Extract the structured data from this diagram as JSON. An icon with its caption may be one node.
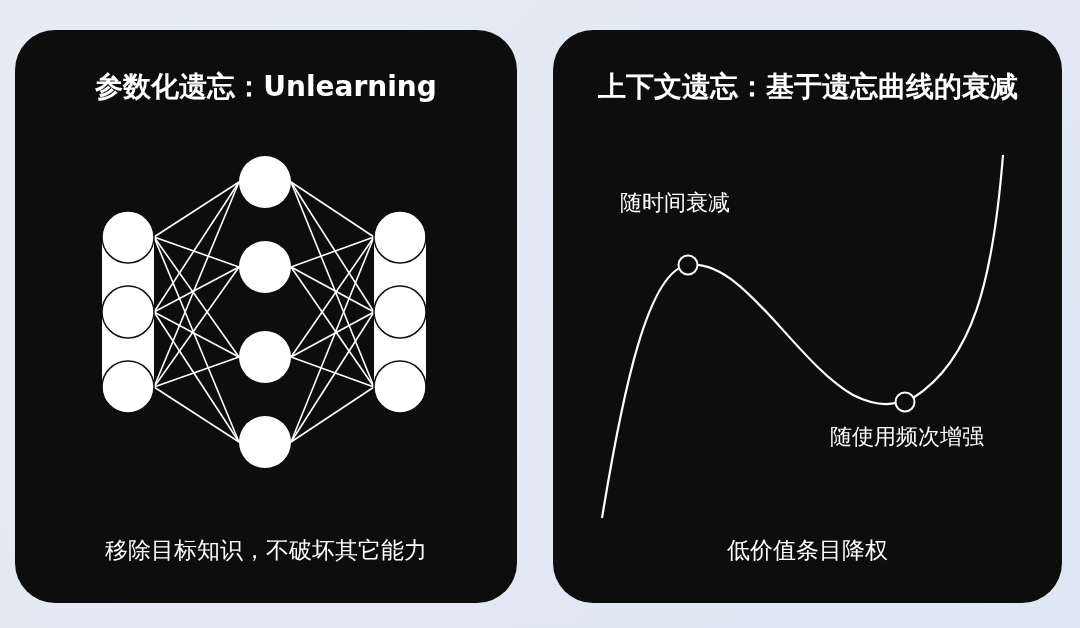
{
  "diagram": {
    "nodes": [
      {
        "text": [
          "参数化遗忘：Unlearning",
          "移除目标知识，不破坏其它能力"
        ]
      },
      {
        "text": [
          "上下文遗忘：基于遗忘曲线的衰减",
          "低价值条目降权"
        ]
      }
    ],
    "edges": [],
    "labels": [
      "随时间衰减",
      "随使用频次增强"
    ]
  }
}
